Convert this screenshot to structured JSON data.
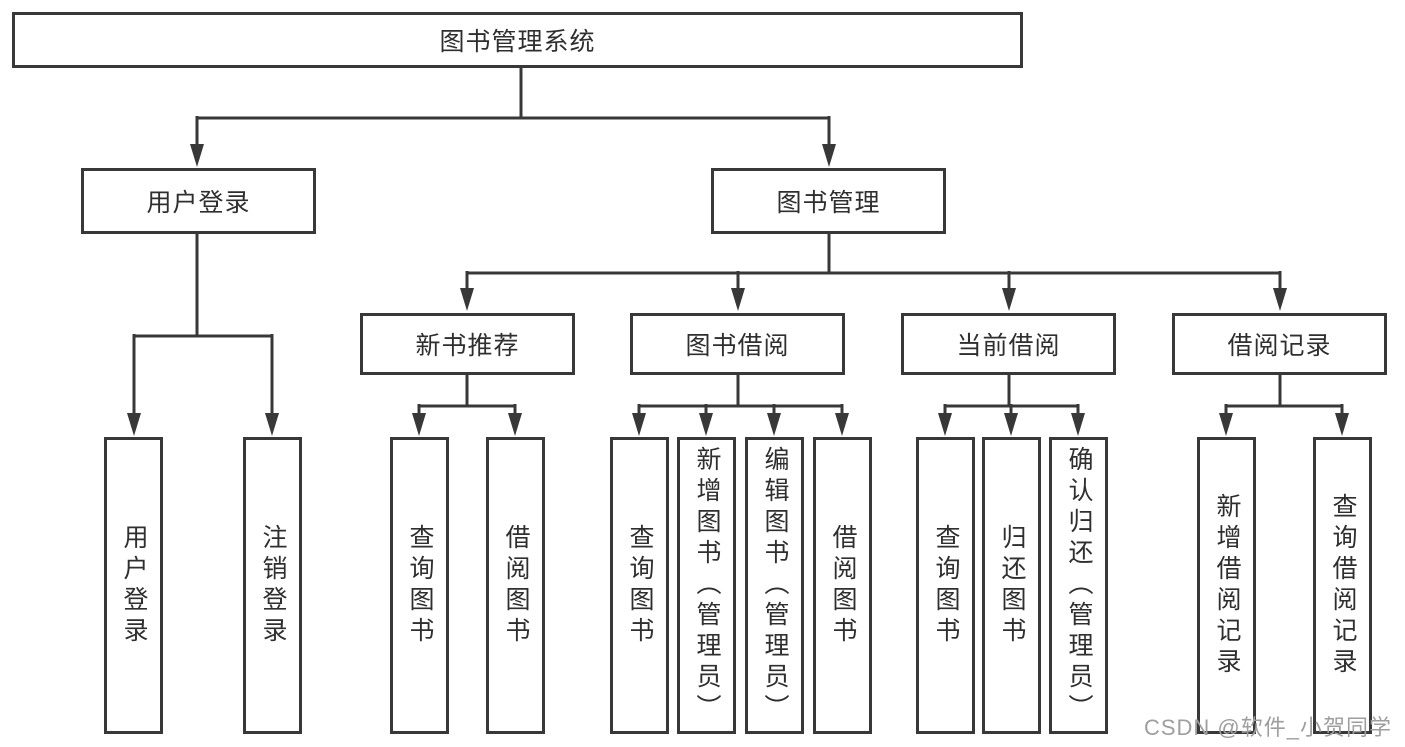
{
  "tree": {
    "label": "图书管理系统",
    "children": [
      {
        "label": "用户登录",
        "children": [
          {
            "label": "用户登录"
          },
          {
            "label": "注销登录"
          }
        ]
      },
      {
        "label": "图书管理",
        "children": [
          {
            "label": "新书推荐",
            "children": [
              {
                "label": "查询图书"
              },
              {
                "label": "借阅图书"
              }
            ]
          },
          {
            "label": "图书借阅",
            "children": [
              {
                "label": "查询图书"
              },
              {
                "label": "新增图书（管理员）"
              },
              {
                "label": "编辑图书（管理员）"
              },
              {
                "label": "借阅图书"
              }
            ]
          },
          {
            "label": "当前借阅",
            "children": [
              {
                "label": "查询图书"
              },
              {
                "label": "归还图书"
              },
              {
                "label": "确认归还（管理员）"
              }
            ]
          },
          {
            "label": "借阅记录",
            "children": [
              {
                "label": "新增借阅记录"
              },
              {
                "label": "查询借阅记录"
              }
            ]
          }
        ]
      }
    ]
  },
  "watermark": {
    "text": "CSDN @软件_小贺同学"
  },
  "colors": {
    "line": "#383838",
    "text": "#2f2f2f",
    "background": "#ffffff",
    "watermark": "#9e9e9e"
  }
}
